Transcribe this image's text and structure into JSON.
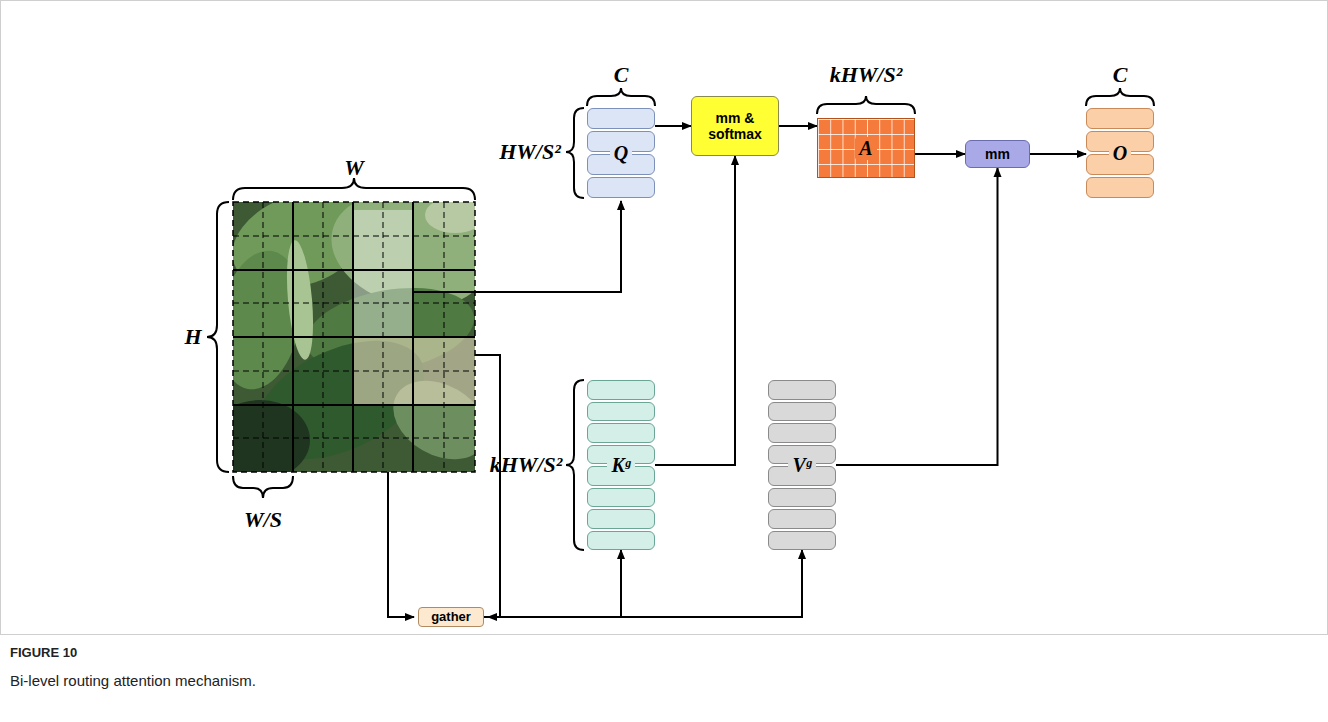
{
  "diagram": {
    "caption": "Bi-level routing attention mechanism.",
    "nodes": [
      {
        "text": [
          "Q"
        ]
      },
      {
        "text": [
          "mm & softmax"
        ]
      },
      {
        "text": [
          "A"
        ]
      },
      {
        "text": [
          "mm"
        ]
      },
      {
        "text": [
          "O"
        ]
      },
      {
        "text": [
          "Kᵍ"
        ]
      },
      {
        "text": [
          "Vᵍ"
        ]
      },
      {
        "text": [
          "gather"
        ]
      }
    ],
    "edges": [
      {
        "from": 0,
        "to": 1,
        "arrow": "to"
      },
      {
        "from": 1,
        "to": 2,
        "arrow": "to"
      },
      {
        "from": 2,
        "to": 3,
        "arrow": "to"
      },
      {
        "from": 3,
        "to": 4,
        "arrow": "to"
      },
      {
        "from": 5,
        "to": 1,
        "arrow": "to"
      },
      {
        "from": 6,
        "to": 3,
        "arrow": "to"
      },
      {
        "from": 7,
        "to": 5,
        "arrow": "to"
      },
      {
        "from": 7,
        "to": 6,
        "arrow": "to"
      }
    ],
    "labels": [
      "W",
      "H",
      "W/S",
      "C",
      "HW/S²",
      "kHW/S²",
      "C",
      "kHW/S²",
      "FIGURE 10"
    ]
  }
}
